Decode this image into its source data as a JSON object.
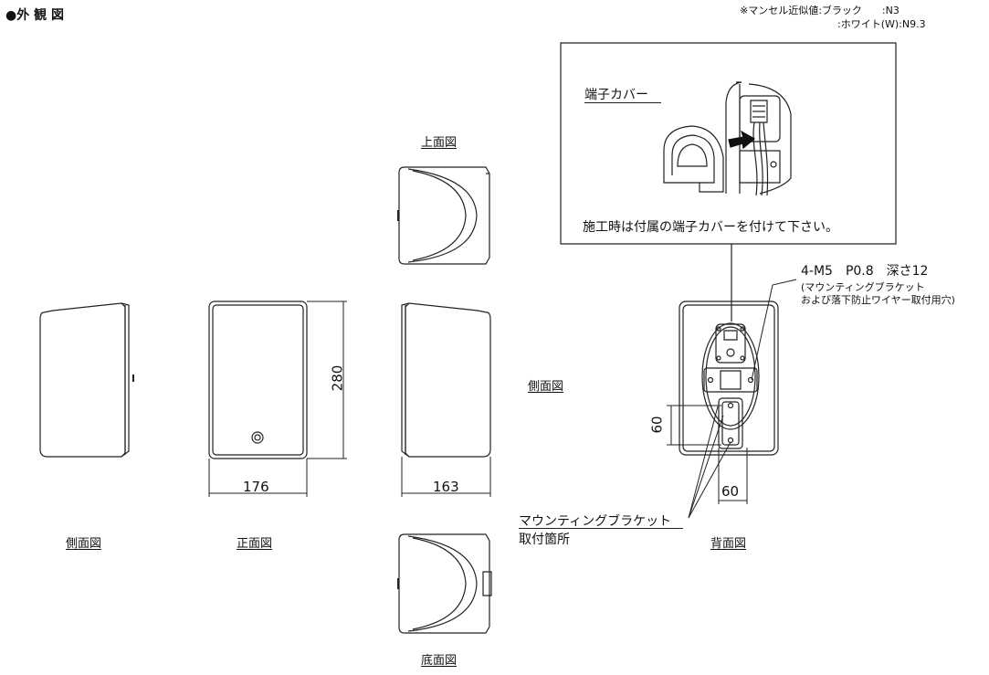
{
  "header": {
    "title": "●外 観 図",
    "munsell_note_line1": "※マンセル近似値:ブラック　　:N3",
    "munsell_note_line2": ":ホワイト(W):N9.3"
  },
  "views": {
    "top": "上面図",
    "side_left": "側面図",
    "front": "正面図",
    "side_right": "側面図",
    "bottom": "底面図",
    "back": "背面図"
  },
  "dimensions": {
    "height": "280",
    "width": "176",
    "depth": "163",
    "bracket_height": "60",
    "bracket_width": "60"
  },
  "callout": {
    "terminal_cover": "端子カバー",
    "instruction": "施工時は付属の端子カバーを付けて下さい。"
  },
  "back_notes": {
    "thread": "4-M5　P0.8　深さ12",
    "thread_sub1": "(マウンティングブラケット",
    "thread_sub2": "および落下防止ワイヤー取付用穴)",
    "bracket_line1": "マウンティングブラケット",
    "bracket_line2": "取付箇所"
  },
  "icons": [
    "speaker-front-drawing",
    "speaker-side-drawing",
    "speaker-top-drawing",
    "speaker-bottom-drawing",
    "speaker-back-drawing",
    "terminal-cover-drawing",
    "arrow-icon"
  ]
}
